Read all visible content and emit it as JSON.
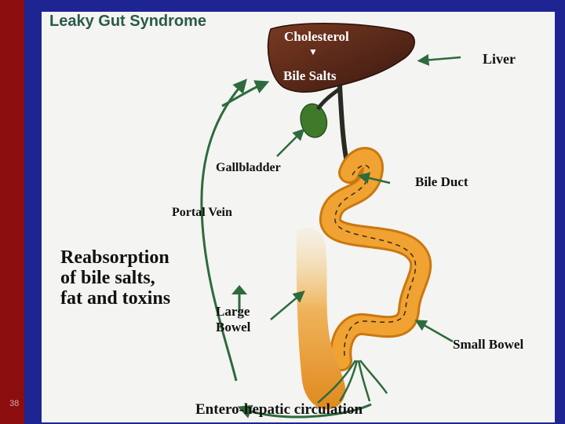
{
  "slide": {
    "number": "38"
  },
  "diagram": {
    "title": "Leaky Gut Syndrome",
    "labels": {
      "cholesterol": "Cholesterol",
      "bile_salts": "Bile Salts",
      "liver": "Liver",
      "gallbladder": "Gallbladder",
      "bile_duct": "Bile Duct",
      "portal_vein": "Portal Vein",
      "reabsorption_1": "Reabsorption",
      "reabsorption_2": "of bile salts,",
      "reabsorption_3": "fat and toxins",
      "large_bowel_1": "Large",
      "large_bowel_2": "Bowel",
      "small_bowel": "Small Bowel",
      "circulation": "Entero-hepatic circulation"
    },
    "colors": {
      "arrow": "#2d6b3c",
      "liver": "#5a2a1a",
      "gallbladder": "#3f7a2a",
      "intestine": "#e89a2a",
      "title": "#2a5a4a"
    }
  }
}
